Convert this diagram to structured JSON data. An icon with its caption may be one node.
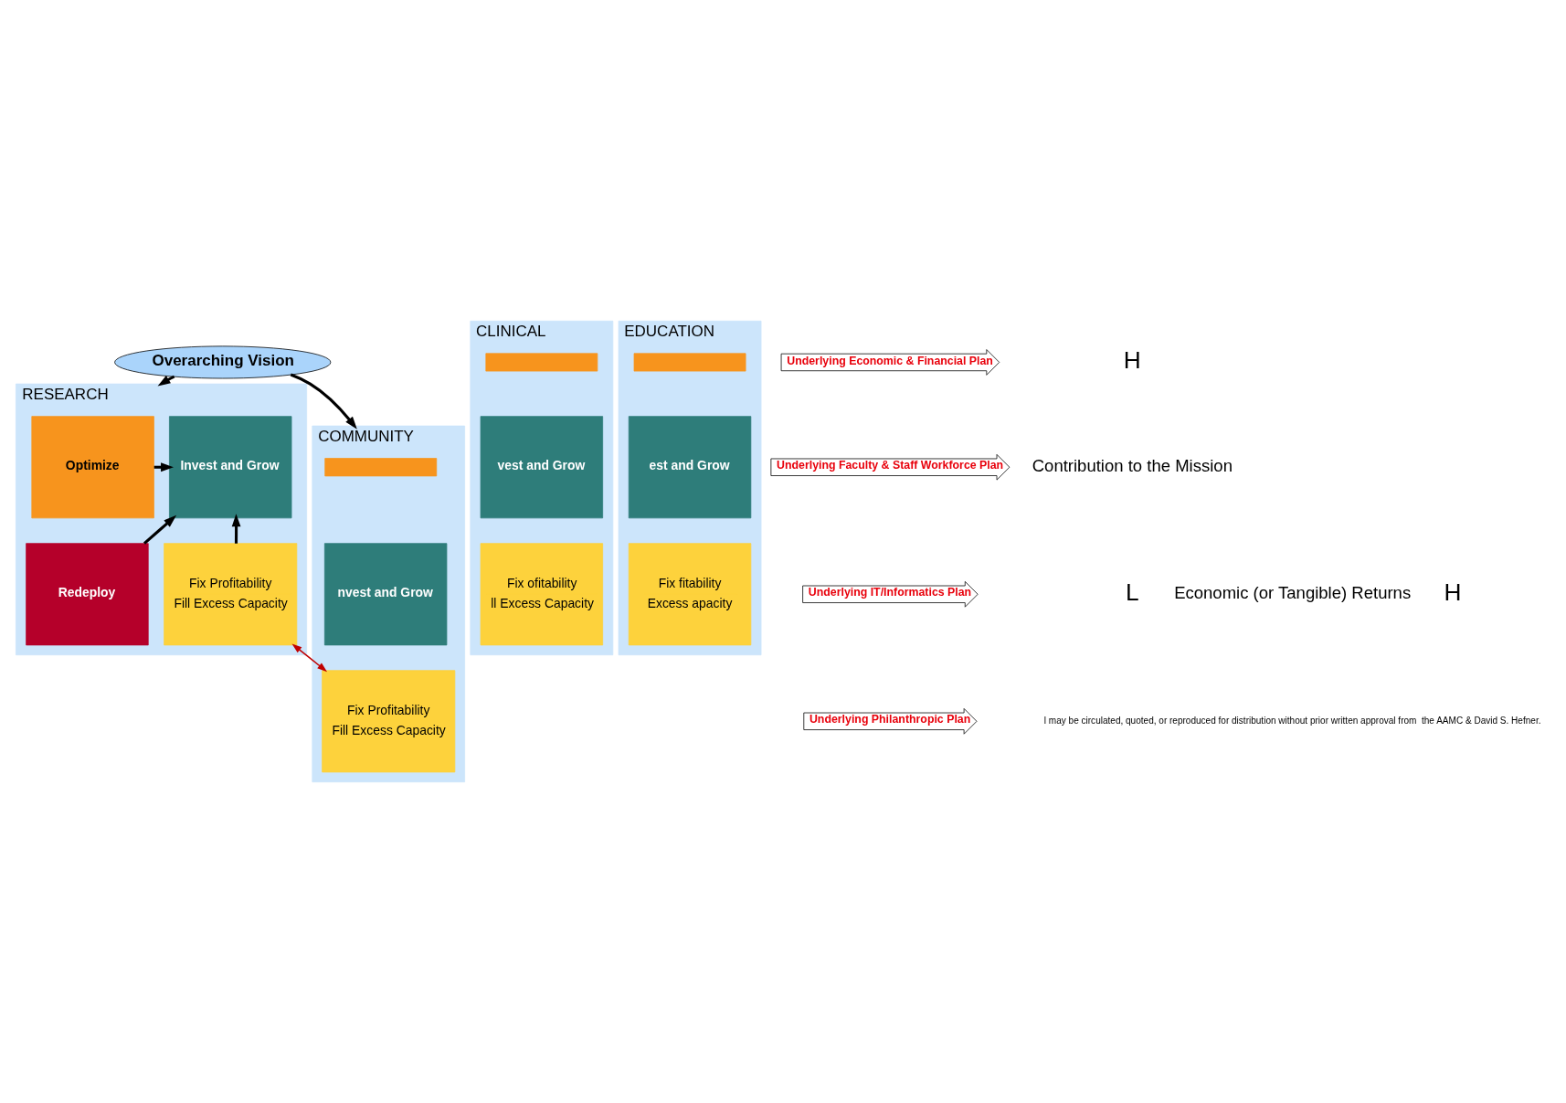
{
  "diagram": {
    "nodes": [
      {
        "text": [
          "Overarching Vision"
        ]
      },
      {
        "text": [
          "COMMUNITY"
        ]
      },
      {
        "text": [],
        "shape": "box",
        "in": 1
      },
      {
        "text": [
          "nvest and Grow"
        ],
        "in": 1
      },
      {
        "text": [
          "Fix Profitability",
          "Fill Excess Capacity"
        ],
        "in": 1
      },
      {
        "text": [
          "EDUCATION"
        ]
      },
      {
        "text": [],
        "shape": "box",
        "in": 5
      },
      {
        "text": [
          "est and Grow"
        ],
        "in": 5
      },
      {
        "text": [
          "Fix fitability",
          "Excess apacity"
        ],
        "in": 5
      },
      {
        "text": [
          "CLINICAL"
        ]
      },
      {
        "text": [],
        "shape": "box",
        "in": 9
      },
      {
        "text": [
          "vest and Grow"
        ],
        "in": 9
      },
      {
        "text": [
          "Fix ofitability",
          "ll Excess Capacity"
        ],
        "in": 9
      },
      {
        "text": [
          "RESEARCH"
        ]
      },
      {
        "text": [
          "Optimize"
        ],
        "in": 13
      },
      {
        "text": [
          "Invest and Grow"
        ],
        "in": 13
      },
      {
        "text": [
          "Redeploy"
        ],
        "in": 13
      },
      {
        "text": [
          "Fix Profitability",
          "Fill Excess Capacity"
        ],
        "in": 13
      },
      {
        "text": [
          "Underlying Economic & Financial Plan"
        ]
      },
      {
        "text": [
          "Underlying Faculty & Staff Workforce Plan"
        ]
      },
      {
        "text": [
          "Underlying IT/Informatics Plan"
        ]
      },
      {
        "text": [
          "Underlying Philanthropic Plan"
        ]
      }
    ],
    "edges": [
      {
        "from": 0,
        "to": 1,
        "arrow": "to"
      },
      {
        "from": 0,
        "to": 13,
        "arrow": "to"
      },
      {
        "from": 14,
        "to": 15,
        "arrow": "to"
      },
      {
        "from": 16,
        "to": 15,
        "arrow": "to"
      },
      {
        "from": 17,
        "to": 15,
        "arrow": "to"
      },
      {
        "from": 17,
        "to": 4,
        "arrow": "both",
        "color": "#c00000"
      }
    ],
    "labels": [
      "H",
      "Contribution to the Mission",
      "L",
      "H",
      "Economic (or Tangible) Returns",
      "l may be circulated, quoted, or reproduced for distribution without prior written approval from  the AAMC & David S. Hefner."
    ]
  }
}
